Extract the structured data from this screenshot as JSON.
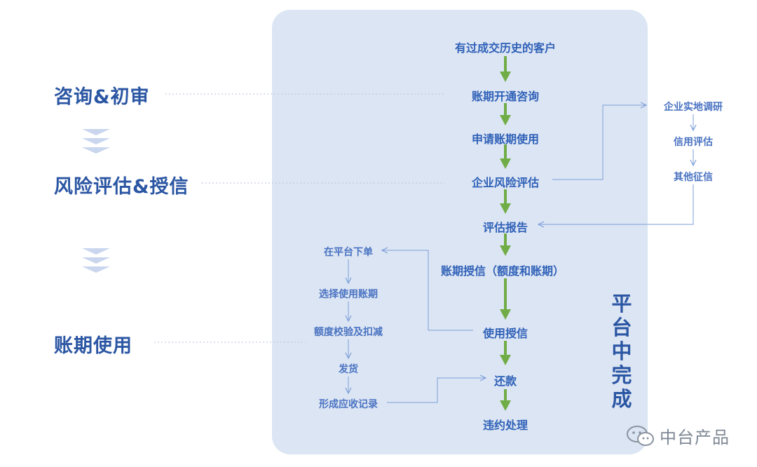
{
  "stages": {
    "consult": "咨询&初审",
    "risk": "风险评估&授信",
    "usage": "账期使用"
  },
  "main_flow": [
    "有过成交历史的客户",
    "账期开通咨询",
    "申请账期使用",
    "企业风险评估",
    "评估报告",
    "账期授信（额度和账期）",
    "使用授信",
    "还款",
    "违约处理"
  ],
  "risk_branch": [
    "企业实地调研",
    "信用评估",
    "其他征信"
  ],
  "usage_branch": [
    "在平台下单",
    "选择使用账期",
    "额度校验及扣减",
    "发货",
    "形成应收记录"
  ],
  "panel_title": "平台中完成",
  "watermark": {
    "text": "中台产品",
    "icon": "wechat-icon"
  },
  "colors": {
    "panel": "#dce5f3",
    "stage_text": "#2b56a3",
    "node_text": "#2f61b8",
    "main_arrow": "#70ad47",
    "thin_arrow": "#7c9fd9",
    "dotted_line": "#b7c3d6"
  }
}
